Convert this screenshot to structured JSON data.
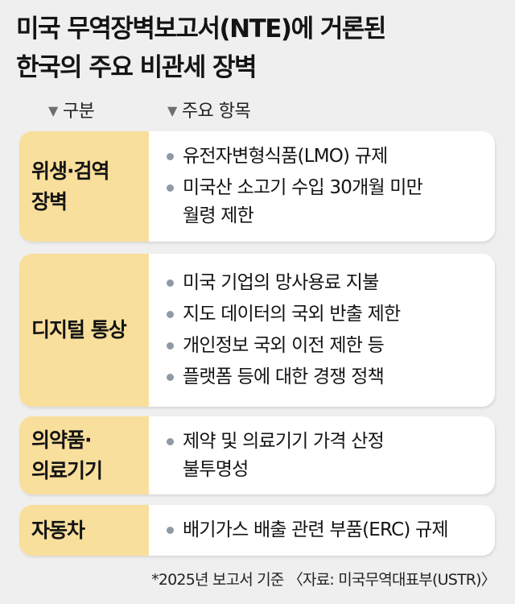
{
  "title": {
    "line1": "미국 무역장벽보고서(NTE)에 거론된",
    "line2": "한국의 주요 비관세 장벽"
  },
  "headers": {
    "category": "구분",
    "items": "주요 항목",
    "marker_icon": "down-triangle-icon"
  },
  "rows": [
    {
      "category_lines": [
        "위생·검역",
        "장벽"
      ],
      "items": [
        {
          "lines": [
            "유전자변형식품(LMO) 규제"
          ]
        },
        {
          "lines": [
            "미국산 소고기 수입 30개월 미만",
            "월령 제한"
          ]
        }
      ]
    },
    {
      "category_lines": [
        "디지털 통상"
      ],
      "items": [
        {
          "lines": [
            "미국 기업의 망사용료 지불"
          ]
        },
        {
          "lines": [
            "지도 데이터의 국외 반출 제한"
          ]
        },
        {
          "lines": [
            "개인정보 국외 이전 제한 등"
          ]
        },
        {
          "lines": [
            "플랫폼 등에 대한 경쟁 정책"
          ]
        }
      ]
    },
    {
      "category_lines": [
        "의약품·",
        "의료기기"
      ],
      "items": [
        {
          "lines": [
            "제약 및 의료기기 가격 산정",
            "불투명성"
          ]
        }
      ]
    },
    {
      "category_lines": [
        "자동차"
      ],
      "items": [
        {
          "lines": [
            "배기가스 배출 관련 부품(ERC) 규제"
          ]
        }
      ]
    }
  ],
  "footer": {
    "note": "*2025년 보고서 기준",
    "source": "〈자료: 미국무역대표부(USTR)〉"
  },
  "colors": {
    "background": "#efefef",
    "category_fill": "#f9df9c",
    "panel_fill": "#ffffff",
    "bullet": "#8e9aa6"
  }
}
